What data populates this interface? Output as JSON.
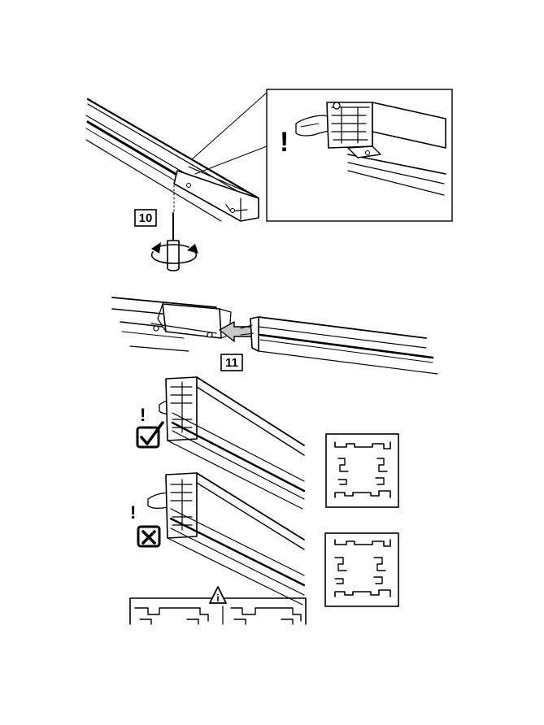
{
  "steps": [
    {
      "number": "10"
    },
    {
      "number": "11"
    }
  ],
  "warning_mark": "!",
  "info_mark": "i",
  "colors": {
    "line": "#000000",
    "background": "#ffffff",
    "arrow_fill": "#c8c8c8"
  },
  "icons": {
    "screwdriver": "screwdriver-icon",
    "rotate": "rotate-arrow-icon",
    "correct": "checkbox-check-icon",
    "incorrect": "checkbox-cross-icon",
    "info": "info-triangle-icon"
  }
}
